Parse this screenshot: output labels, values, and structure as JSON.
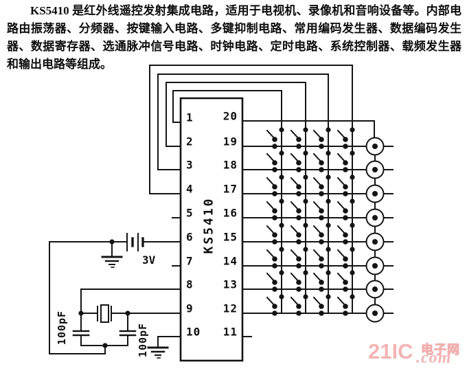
{
  "description": {
    "text": "KS5410 是红外线遥控发射集成电路，适用于电视机、录像机和音响设备等。内部电 路由振荡器、分频器、按键输入电路、多键抑制电路、常用编码发生器、数据编码发生 器、数据寄存器、选通脉冲信号电路、时钟电路、定时电路、系统控制器、载频发生器 和输出电路等组成。"
  },
  "ic": {
    "label": "KS5410",
    "pin_count": 20,
    "pins_left": [
      "1",
      "2",
      "3",
      "4",
      "5",
      "6",
      "7",
      "8",
      "9",
      "10"
    ],
    "pins_right": [
      "20",
      "19",
      "18",
      "17",
      "16",
      "15",
      "14",
      "13",
      "12",
      "11"
    ]
  },
  "components": {
    "battery_label": "3V",
    "cap1_label": "100pF",
    "cap2_label": "100pF"
  },
  "matrix": {
    "columns": 4,
    "rows": 8,
    "key_switches": 32,
    "output_terminals": 8
  },
  "watermark": {
    "brand": "21IC",
    "cn": "电子网",
    "suffix": ".com",
    "color": "#f2b1b1"
  }
}
